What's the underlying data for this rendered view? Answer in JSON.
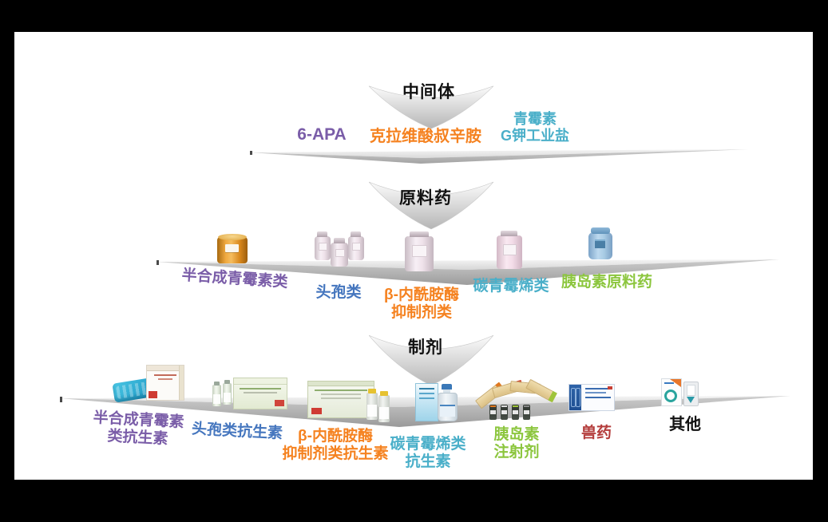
{
  "colors": {
    "purple": "#7A5DA8",
    "orange": "#F58220",
    "cyan": "#4AAFC9",
    "blue": "#4576BE",
    "green": "#8CC63E",
    "red": "#B43D3C",
    "black": "#111111",
    "platform_gray": "#D9D9D9",
    "arrow_gray": "#BFBFBF"
  },
  "tiers": {
    "intermediates": {
      "title": "中间体",
      "items": [
        {
          "label": "6-APA"
        },
        {
          "label": "克拉维酸叔辛胺"
        },
        {
          "label": "青霉素\nG钾工业盐"
        }
      ]
    },
    "apis": {
      "title": "原料药",
      "items": [
        {
          "label": "半合成青霉素类",
          "icon": "orange-drum"
        },
        {
          "label": "头孢类",
          "icon": "three-canisters"
        },
        {
          "label": "β-内酰胺酶\n抑制剂类",
          "icon": "white-canister"
        },
        {
          "label": "碳青霉烯类",
          "icon": "pink-canister"
        },
        {
          "label": "胰岛素原料药",
          "icon": "blue-jar"
        }
      ]
    },
    "formulations": {
      "title": "制剂",
      "items": [
        {
          "label": "半合成青霉素\n类抗生素",
          "icon": "blister-and-box"
        },
        {
          "label": "头孢类抗生素",
          "icon": "vials-and-green-box"
        },
        {
          "label": "β-内酰胺酶\n抑制剂类抗生素",
          "icon": "long-box-and-vials"
        },
        {
          "label": "碳青霉烯类\n抗生素",
          "icon": "carton-and-bottle"
        },
        {
          "label": "胰岛素\n注射剂",
          "icon": "insulin-pens"
        },
        {
          "label": "兽药",
          "icon": "vet-box"
        },
        {
          "label": "其他",
          "icon": "other-products"
        }
      ]
    }
  }
}
